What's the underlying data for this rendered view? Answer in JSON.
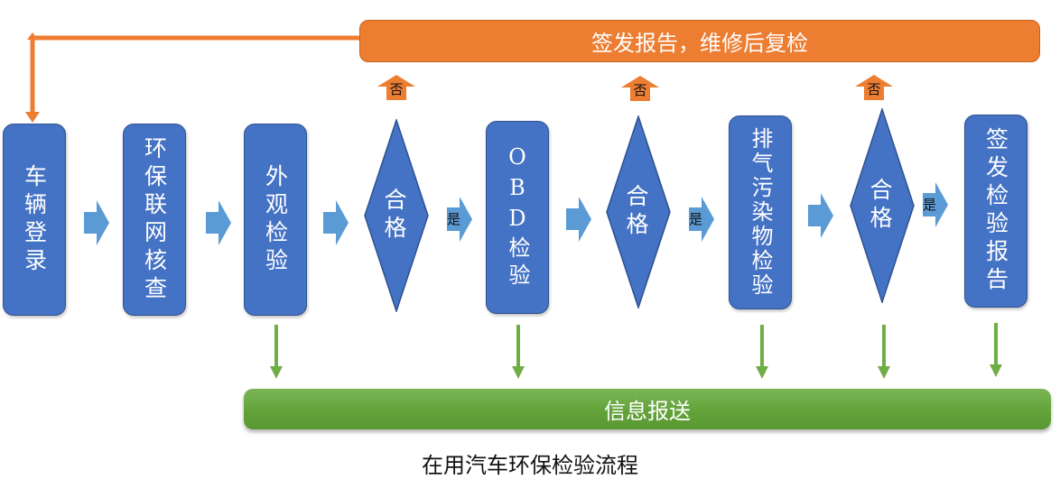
{
  "diagram": {
    "title": "在用汽车环保检验流程",
    "fail_banner": "签发报告，维修后复检",
    "info_banner": "信息报送",
    "steps": [
      {
        "id": "registration",
        "label": "车辆登录"
      },
      {
        "id": "network-check",
        "label": "环保联网核查"
      },
      {
        "id": "visual-inspection",
        "label": "外观检验"
      },
      {
        "id": "obd-inspection",
        "label": "OBD检验"
      },
      {
        "id": "emission-inspection",
        "label": "排气污染物检验"
      },
      {
        "id": "issue-report",
        "label": "签发检验报告"
      }
    ],
    "decisions": [
      {
        "label": "合格",
        "yes": "是",
        "no": "否"
      },
      {
        "label": "合格",
        "yes": "是",
        "no": "否"
      },
      {
        "label": "合格",
        "yes": "是",
        "no": "否"
      }
    ],
    "colors": {
      "step_fill": "#4472c4",
      "arrow_blue": "#5b9bd5",
      "fail_orange": "#ed7d31",
      "info_green": "#70ad47"
    }
  }
}
